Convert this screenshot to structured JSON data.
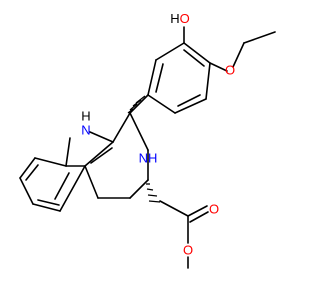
{
  "molecule": {
    "atoms": {
      "hydroxyl": "HO",
      "indole_nh": "H",
      "indole_n": "N",
      "ring_nh": "NH",
      "ether_o": "O",
      "ester_carbonyl_o": "O",
      "ester_o": "O"
    },
    "colors": {
      "nitrogen": "#0000ff",
      "oxygen": "#ff0000",
      "carbon": "#000000"
    }
  }
}
